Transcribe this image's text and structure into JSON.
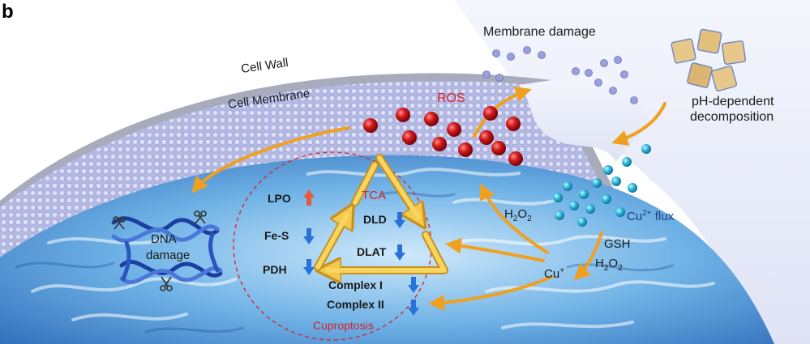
{
  "panel": {
    "letter": "b"
  },
  "labels": {
    "cell_wall": "Cell Wall",
    "cell_membrane": "Cell Membrane",
    "membrane_damage": "Membrane damage",
    "ros": "ROS",
    "ph_decomposition_line1": "pH-dependent",
    "ph_decomposition_line2": "decomposition",
    "cu_flux_prefix": "Cu",
    "cu_flux_superscript": "2+",
    "cu_flux_suffix": " flux",
    "h2o2_upper_prefix": "H",
    "h2o2_upper_sub1": "2",
    "h2o2_upper_mid": "O",
    "h2o2_upper_sub2": "2",
    "gsh": "GSH",
    "h2o2_lower_prefix": "H",
    "h2o2_lower_sub1": "2",
    "h2o2_lower_mid": "O",
    "h2o2_lower_sub2": "2",
    "cu_plus_prefix": "Cu",
    "cu_plus_superscript": "+",
    "dna_line1": "DNA",
    "dna_line2": "damage",
    "tca": "TCA",
    "lpo": "LPO",
    "fes": "Fe-S",
    "pdh": "PDH",
    "dld": "DLD",
    "dlat": "DLAT",
    "complex1": "Complex I",
    "complex2": "Complex II",
    "cuproptosis": "Cuproptosis"
  },
  "colors": {
    "accent_red": "#d8202a",
    "arrow_orange": "#f0a020",
    "down_arrow_blue": "#2a72d8",
    "up_arrow_red": "#e45a3a",
    "cu_ion": "#2ab4d8",
    "ros_particle": "#c41218",
    "text_dark": "#1a1a1a",
    "text_blue": "#1a3f8a"
  },
  "icons": [
    "down-arrow-icon",
    "up-arrow-icon",
    "scissors-icon",
    "dna-helix-icon",
    "nanoparticle-icon"
  ]
}
